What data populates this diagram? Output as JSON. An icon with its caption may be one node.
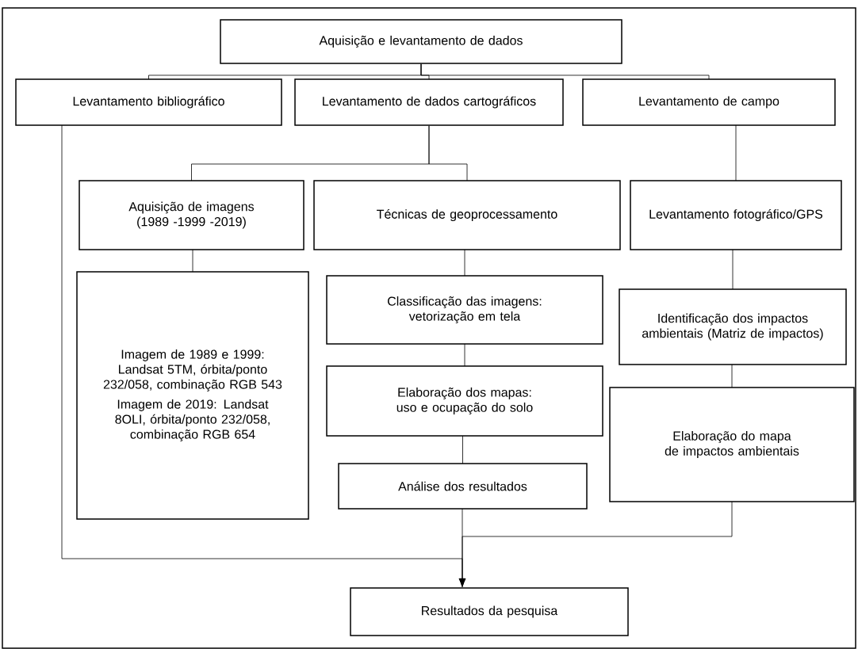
{
  "diagram": {
    "nodes": [
      {
        "text": [
          "Aquisição e levantamento de dados"
        ]
      },
      {
        "text": [
          "Levantamento bibliográfico"
        ]
      },
      {
        "text": [
          "Levantamento de dados cartográficos"
        ]
      },
      {
        "text": [
          "Levantamento de campo"
        ]
      },
      {
        "text": [
          "Aquisição de imagens (1989 -1999 -2019)"
        ]
      },
      {
        "text": [
          "Técnicas de geoprocessamento"
        ]
      },
      {
        "text": [
          "Levantamento fotográfico/GPS"
        ]
      },
      {
        "text": [
          "Imagem de 1989 e 1999: Landsat 5TM, órbita/ponto 232/058, combinação RGB 543",
          "Imagem de 2019: Landsat 8OLI, órbita/ponto 232/058, combinação RGB 654"
        ]
      },
      {
        "text": [
          "Classificação das imagens: vetorização em tela"
        ]
      },
      {
        "text": [
          "Identificação dos impactos ambientais (Matriz de impactos)"
        ]
      },
      {
        "text": [
          "Elaboração dos mapas: uso e ocupação do solo"
        ]
      },
      {
        "text": [
          "Análise dos resultados"
        ]
      },
      {
        "text": [
          "Elaboração do mapa de impactos ambientais"
        ]
      },
      {
        "text": [
          "Resultados da pesquisa"
        ]
      }
    ],
    "edges": [
      {
        "from": 0,
        "to": 1,
        "arrow": "none"
      },
      {
        "from": 0,
        "to": 2,
        "arrow": "none"
      },
      {
        "from": 0,
        "to": 3,
        "arrow": "none"
      },
      {
        "from": 2,
        "to": 4,
        "arrow": "none"
      },
      {
        "from": 2,
        "to": 5,
        "arrow": "none"
      },
      {
        "from": 3,
        "to": 6,
        "arrow": "none"
      },
      {
        "from": 4,
        "to": 7,
        "arrow": "none"
      },
      {
        "from": 5,
        "to": 8,
        "arrow": "none"
      },
      {
        "from": 6,
        "to": 9,
        "arrow": "none"
      },
      {
        "from": 8,
        "to": 10,
        "arrow": "none"
      },
      {
        "from": 9,
        "to": 12,
        "arrow": "none"
      },
      {
        "from": 10,
        "to": 11,
        "arrow": "none"
      },
      {
        "from": 11,
        "to": 13,
        "arrow": "to"
      },
      {
        "from": 12,
        "to": 13,
        "arrow": "to"
      },
      {
        "from": 1,
        "to": 13,
        "arrow": "to"
      }
    ]
  }
}
